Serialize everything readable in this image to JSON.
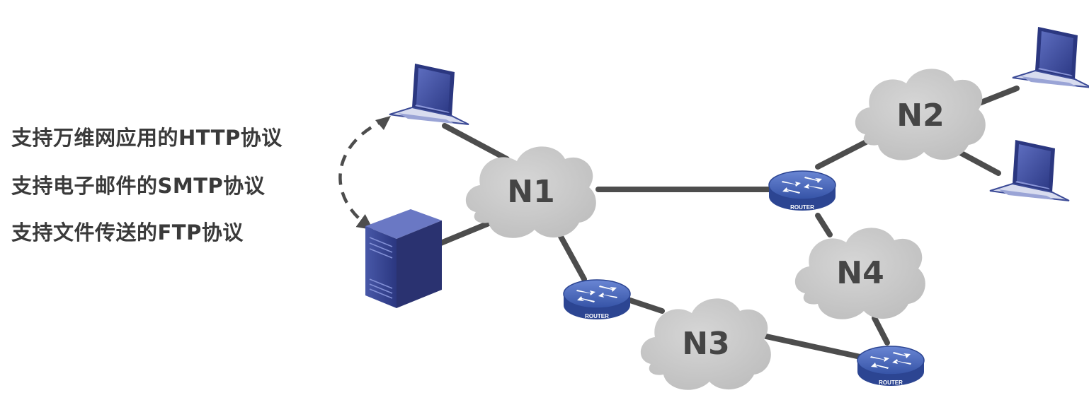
{
  "protocols": [
    "支持万维网应用的HTTP协议",
    "支持电子邮件的SMTP协议",
    "支持文件传送的FTP协议"
  ],
  "networks": {
    "n1": "N1",
    "n2": "N2",
    "n3": "N3",
    "n4": "N4"
  },
  "router_label": "ROUTER",
  "colors": {
    "link": "#4d4d4d",
    "cloud": "#c9c9c9",
    "device": "#3b4a96",
    "router": "#3a5aa8",
    "text": "#3a3a3a"
  },
  "icons": {
    "laptop": "laptop-icon",
    "server": "server-icon",
    "router": "router-icon",
    "cloud": "cloud-icon"
  }
}
